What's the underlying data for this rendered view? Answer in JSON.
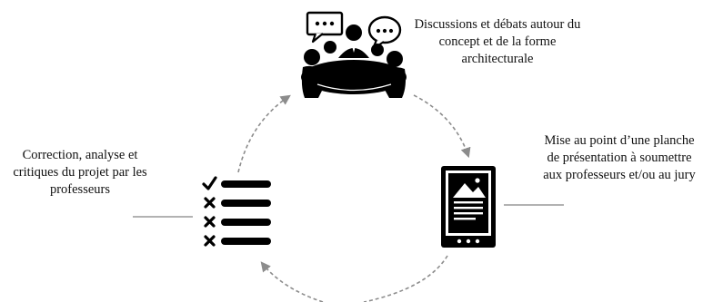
{
  "cycle": {
    "steps": [
      {
        "id": "discussion",
        "icon": "meeting-discussion-icon",
        "text": "Discussions et débats autour du concept et de la forme architecturale"
      },
      {
        "id": "presentation",
        "icon": "presentation-board-icon",
        "text": "Mise au point d’une planche de présentation à soumettre aux professeurs et/ou au jury"
      },
      {
        "id": "correction",
        "icon": "checklist-icon",
        "text": "Correction, analyse et critiques du projet par les professeurs"
      }
    ],
    "colors": {
      "ink": "#000000",
      "arrow": "#8c8c8c",
      "leader": "#666666"
    }
  }
}
